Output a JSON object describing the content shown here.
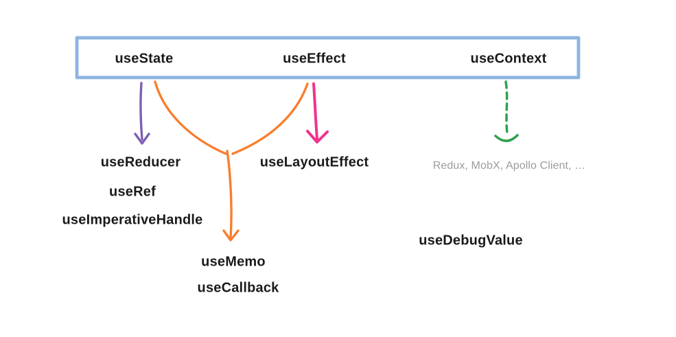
{
  "box": {
    "hooks": [
      "useState",
      "useEffect",
      "useContext"
    ]
  },
  "nodes": {
    "use_reducer": "useReducer",
    "use_ref": "useRef",
    "use_imperative_handle": "useImperativeHandle",
    "use_layout_effect": "useLayoutEffect",
    "use_memo": "useMemo",
    "use_callback": "useCallback",
    "external_libs": "Redux, MobX, Apollo Client, …",
    "use_debug_value": "useDebugValue"
  },
  "arrows": {
    "state_to_reducer": {
      "from": "useState",
      "to": "useReducer",
      "style": "solid",
      "color": "#7d5fb2"
    },
    "state_and_effect_to_memo": {
      "from": "useState + useEffect",
      "to": "useMemo / useCallback",
      "style": "solid-merged",
      "color": "#f87e2e"
    },
    "effect_to_layout_effect": {
      "from": "useEffect",
      "to": "useLayoutEffect",
      "style": "solid",
      "color": "#f0338c"
    },
    "context_to_external_libs": {
      "from": "useContext",
      "to": "Redux, MobX, Apollo Client, …",
      "style": "dashed",
      "color": "#2ea14d"
    }
  },
  "colors": {
    "background": "#ffffff",
    "text": "#1a1a1a",
    "muted_text": "#9c9c9c",
    "box_border": "#8db4e2",
    "purple_arrow": "#7d5fb2",
    "orange_arrow": "#f87e2e",
    "pink_arrow": "#f0338c",
    "green_arrow": "#2ea14d"
  }
}
